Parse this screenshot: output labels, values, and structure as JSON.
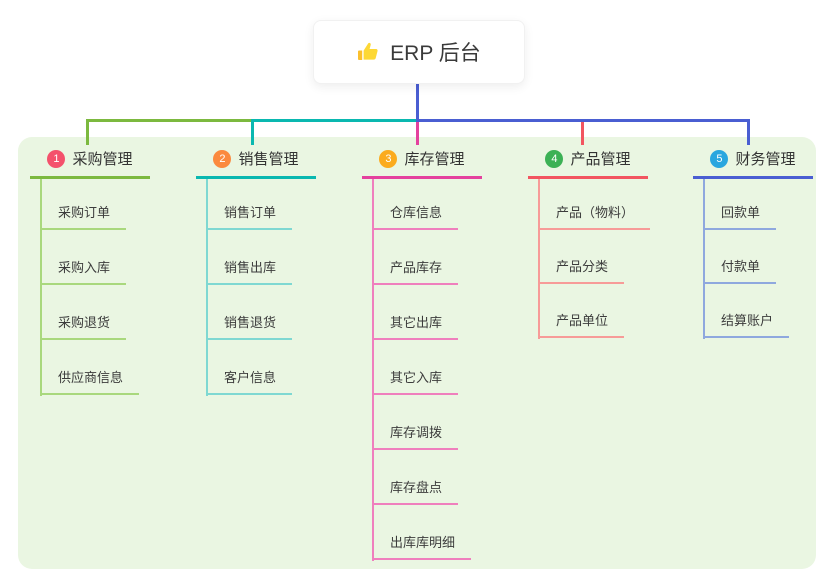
{
  "root": {
    "title": "ERP 后台",
    "icon": "thumbs-up-icon"
  },
  "branches": [
    {
      "badge": "1",
      "label": "采购管理",
      "badge_color": "#f4516c",
      "line_color": "#7cb93f",
      "child_line_color": "#a9d87d",
      "children": [
        "采购订单",
        "采购入库",
        "采购退货",
        "供应商信息"
      ]
    },
    {
      "badge": "2",
      "label": "销售管理",
      "badge_color": "#fb8a3e",
      "line_color": "#0ab8b0",
      "child_line_color": "#7fd8d2",
      "children": [
        "销售订单",
        "销售出库",
        "销售退货",
        "客户信息"
      ]
    },
    {
      "badge": "3",
      "label": "库存管理",
      "badge_color": "#fbab1d",
      "line_color": "#e4419e",
      "child_line_color": "#ef7fbd",
      "children": [
        "仓库信息",
        "产品库存",
        "其它出库",
        "其它入库",
        "库存调拨",
        "库存盘点",
        "出库库明细"
      ]
    },
    {
      "badge": "4",
      "label": "产品管理",
      "badge_color": "#3cb155",
      "line_color": "#f25560",
      "child_line_color": "#f79b98",
      "children": [
        "产品（物料）",
        "产品分类",
        "产品单位"
      ]
    },
    {
      "badge": "5",
      "label": "财务管理",
      "badge_color": "#29a6df",
      "line_color": "#4a5ed2",
      "child_line_color": "#8fa8de",
      "children": [
        "回款单",
        "付款单",
        "结算账户"
      ]
    }
  ],
  "colors": {
    "panel_background": "#eaf6e2",
    "root_stem": "#4a5ed2",
    "text": "#333333"
  }
}
